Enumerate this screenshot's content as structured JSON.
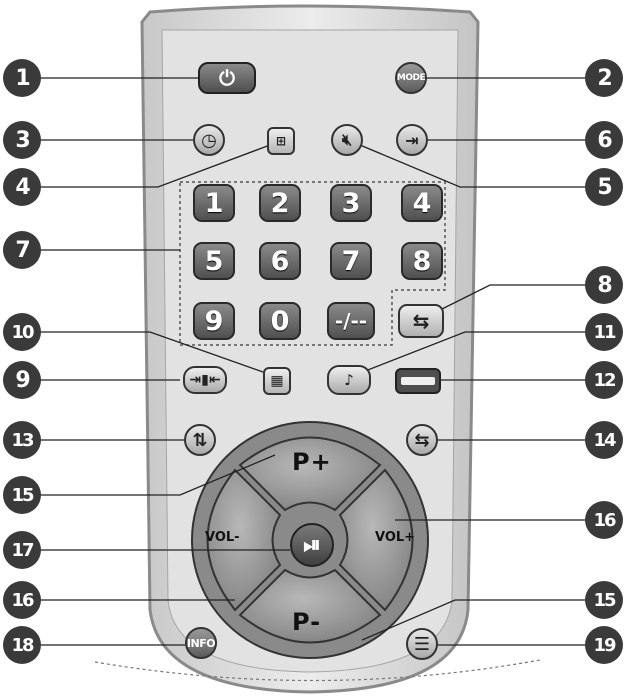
{
  "callouts": [
    "1",
    "2",
    "3",
    "4",
    "5",
    "6",
    "7",
    "8",
    "9",
    "10",
    "11",
    "12",
    "13",
    "14",
    "15",
    "16",
    "17",
    "18",
    "19",
    "16",
    "15"
  ],
  "buttons": {
    "mode_label": "MODE",
    "numbers": [
      "1",
      "2",
      "3",
      "4",
      "5",
      "6",
      "7",
      "8",
      "9",
      "0",
      "-/--"
    ],
    "p_plus": "P+",
    "p_minus": "P-",
    "vol_minus": "VOL-",
    "vol_plus": "VOL+",
    "info_label": "INFO"
  },
  "colors": {
    "body": "#d6d6d6",
    "body_border": "#7a7a7a",
    "callout": "#3a3a3a",
    "button_dark": "#5a5a5a",
    "power_button": "#6a6a6a"
  }
}
